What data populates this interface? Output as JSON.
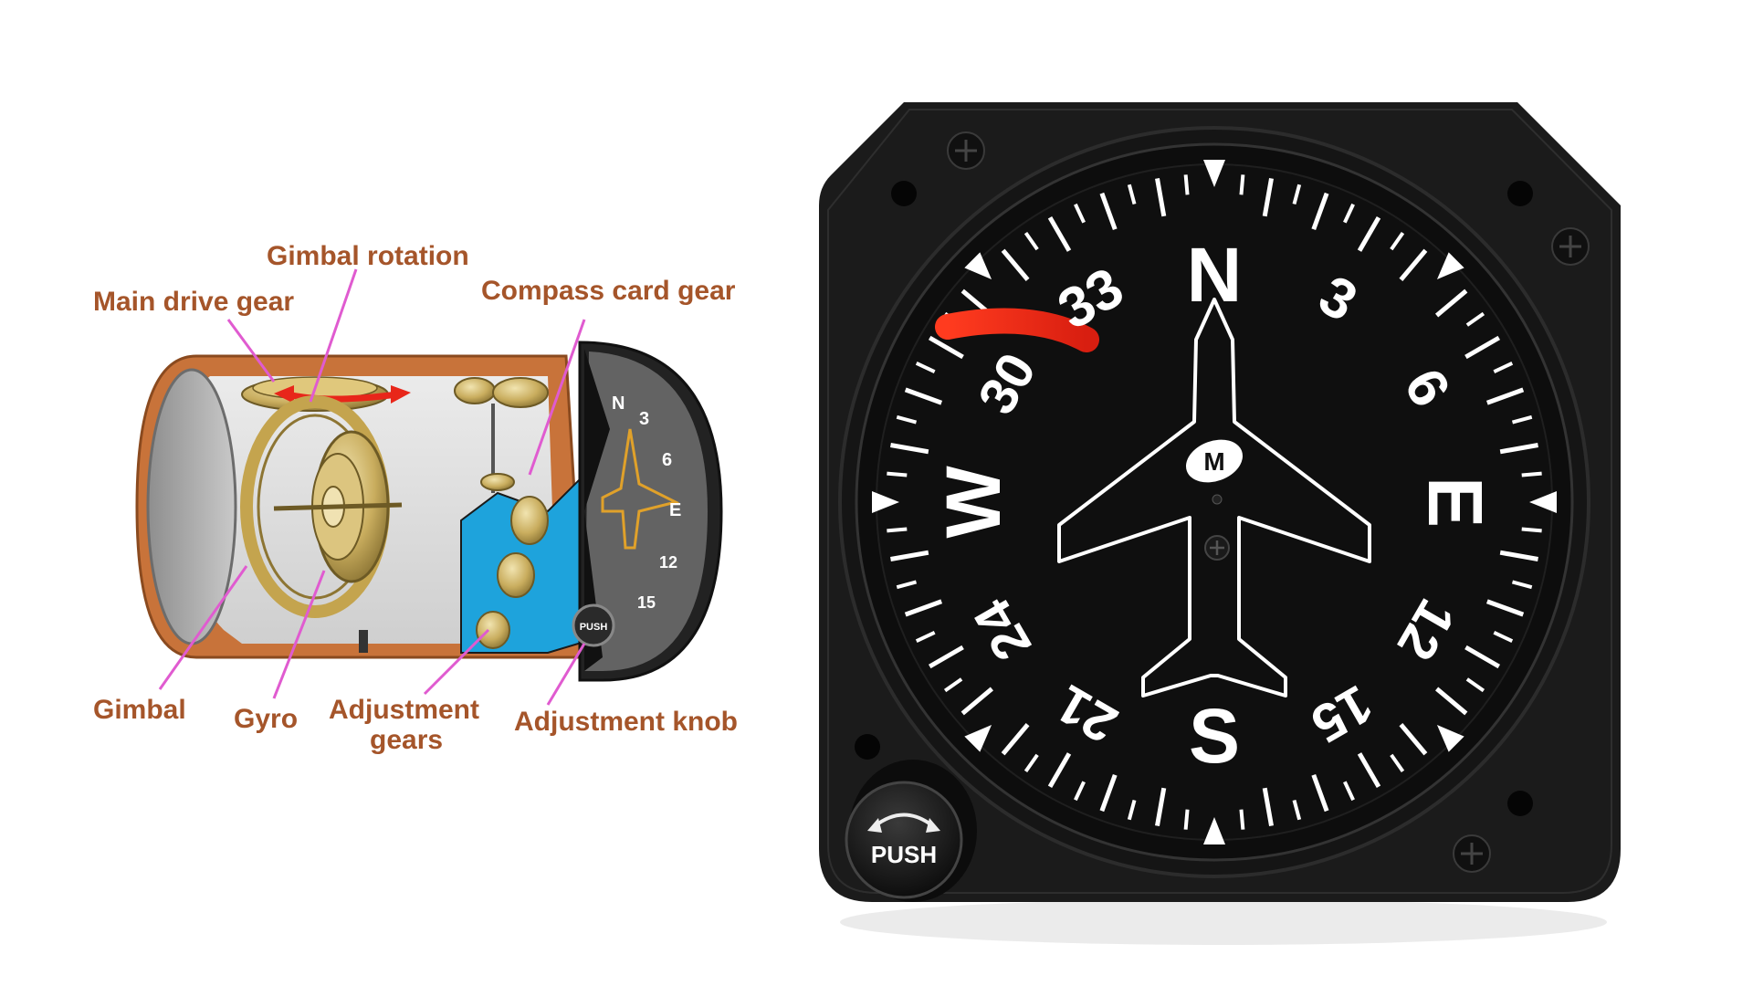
{
  "diagram": {
    "labels": {
      "gimbal_rotation": "Gimbal rotation",
      "main_drive_gear": "Main drive gear",
      "compass_card_gear": "Compass card gear",
      "gimbal": "Gimbal",
      "gyro": "Gyro",
      "adjustment_gears_line1": "Adjustment",
      "adjustment_gears_line2": "gears",
      "adjustment_knob": "Adjustment knob"
    },
    "mini_card": {
      "marks": [
        "N",
        "3",
        "6",
        "E",
        "12",
        "15"
      ],
      "knob_text": "PUSH"
    }
  },
  "instrument": {
    "cardinals": {
      "north": "N",
      "east": "E",
      "south": "S",
      "west": "W"
    },
    "numbers": {
      "n3": "3",
      "n6": "6",
      "n12": "12",
      "n15": "15",
      "n21": "21",
      "n24": "24",
      "n30": "30",
      "n33": "33"
    },
    "knob_label": "PUSH",
    "logo_letter": "M"
  },
  "colors": {
    "label_text": "#a5552a",
    "leader_line": "#e05bd0",
    "housing": "#c8733a",
    "accent_red": "#e8261a",
    "bezel": "#1b1b1b",
    "dial_face": "#0f0f0f",
    "ink": "#ffffff"
  }
}
